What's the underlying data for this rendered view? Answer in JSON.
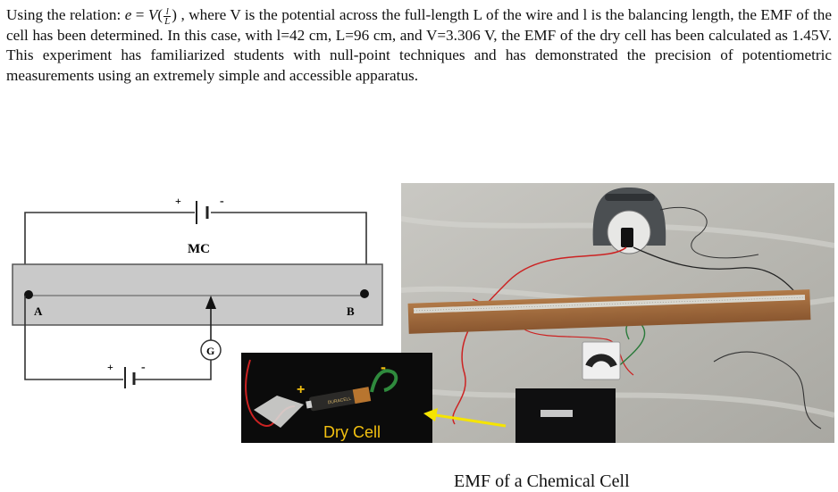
{
  "paragraph": {
    "lead": "Using the relation: ",
    "equation": {
      "lhs": "e",
      "eq": " = ",
      "v": "V",
      "open": "(",
      "num": "l",
      "den": "L",
      "close": ")"
    },
    "body": " , where V is the potential across the full-length L of the wire and l is the balancing length, the EMF of the cell has been determined. In this case, with l=42 cm, L=96 cm, and V=3.306 V, the EMF of the dry cell has been calculated as 1.45V. This experiment has familiarized students with null-point techniques and has demonstrated the precision of potentiometric measurements using an extremely simple and accessible apparatus."
  },
  "circuit": {
    "top_cell_plus": "+",
    "top_cell_minus": "-",
    "top_cell_label": "MC",
    "end_a": "A",
    "end_b": "B",
    "galvanometer": "G",
    "bottom_cell_plus": "+",
    "bottom_cell_minus": "-"
  },
  "inset": {
    "label": "Dry Cell",
    "plus": "+",
    "minus": "-",
    "battery_brand": "DURACELL"
  },
  "caption": "EMF of a Chemical Cell"
}
